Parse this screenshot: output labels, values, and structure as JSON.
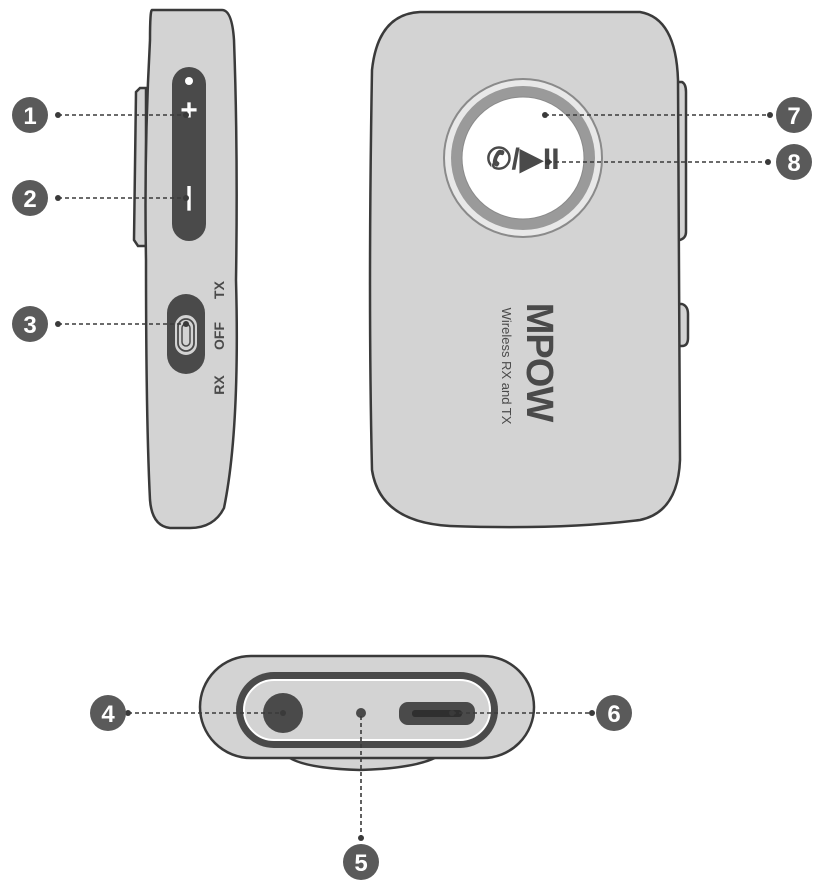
{
  "switch_labels": {
    "tx": "TX",
    "off": "OFF",
    "rx": "RX"
  },
  "buttons": {
    "plus": "+",
    "minus": "|"
  },
  "branding": {
    "logo": "MPOW",
    "tagline": "Wireless RX and TX"
  },
  "playback_symbol": "✆/▶II",
  "callouts": [
    "1",
    "2",
    "3",
    "4",
    "5",
    "6",
    "7",
    "8"
  ],
  "colors": {
    "device_fill": "#d3d3d3",
    "outline": "#3a3a3a",
    "dark": "#4a4a4a",
    "ring": "#9a9a9a",
    "badge": "#5a5a5a"
  }
}
